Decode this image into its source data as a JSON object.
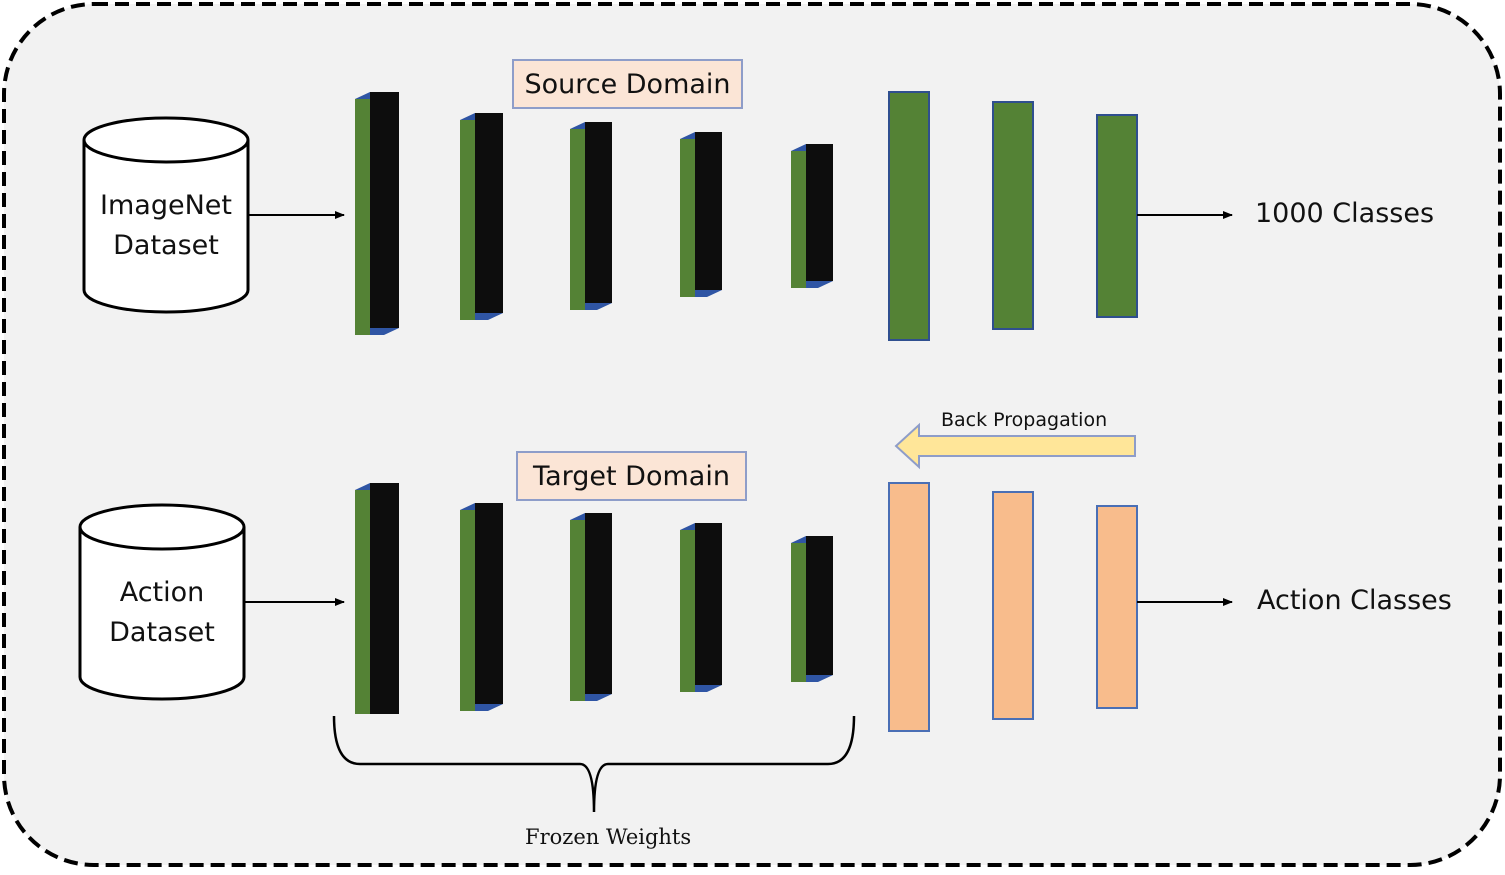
{
  "diagram": {
    "source": {
      "domain_label": "Source Domain",
      "dataset_line1": "ImageNet",
      "dataset_line2": "Dataset",
      "output_label": "1000 Classes"
    },
    "target": {
      "domain_label": "Target Domain",
      "dataset_line1": "Action",
      "dataset_line2": "Dataset",
      "output_label": "Action Classes"
    },
    "backprop_label": "Back Propagation",
    "frozen_label": "Frozen Weights",
    "colors": {
      "layer_green": "#548235",
      "layer_black": "#0d0d0d",
      "layer_blue": "#2f55a4",
      "fc_outline": "#2f4f8f",
      "trainable_fill": "#f8bc8c",
      "trainable_outline": "#4a6fb5",
      "domain_box_fill": "#fbe5d6",
      "arrow_fill": "#ffe699",
      "background": "#f2f2f2"
    }
  }
}
